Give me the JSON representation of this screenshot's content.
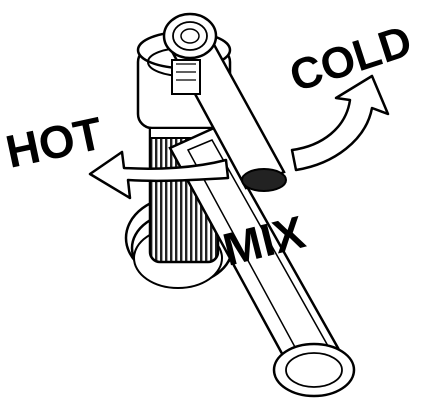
{
  "labels": {
    "hot": "HOT",
    "cold": "COLD",
    "mix": "MIX"
  },
  "colors": {
    "ink": "#000000",
    "paper": "#ffffff",
    "shade": "#5a5a5a",
    "light_shade": "#d8d8d8"
  }
}
